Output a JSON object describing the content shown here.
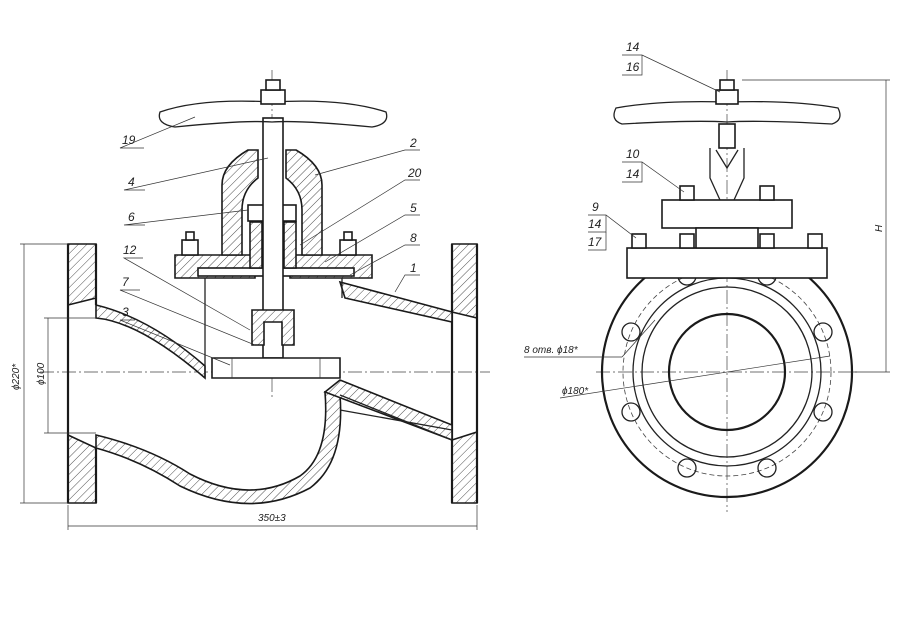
{
  "part_labels": {
    "p1": "1",
    "p2": "2",
    "p3": "3",
    "p4": "4",
    "p5": "5",
    "p6": "6",
    "p7": "7",
    "p8": "8",
    "p9": "9",
    "p10": "10",
    "p12": "12",
    "p14a": "14",
    "p14b": "14",
    "p14c": "14",
    "p16": "16",
    "p17": "17",
    "p19": "19",
    "p20": "20"
  },
  "dimensions": {
    "flange_diameter": "ϕ220*",
    "bore_diameter": "ϕ100",
    "face_to_face": "350±3",
    "bolt_holes": "8  отв.  ϕ18*",
    "bolt_circle": "ϕ180*",
    "height": "H"
  }
}
